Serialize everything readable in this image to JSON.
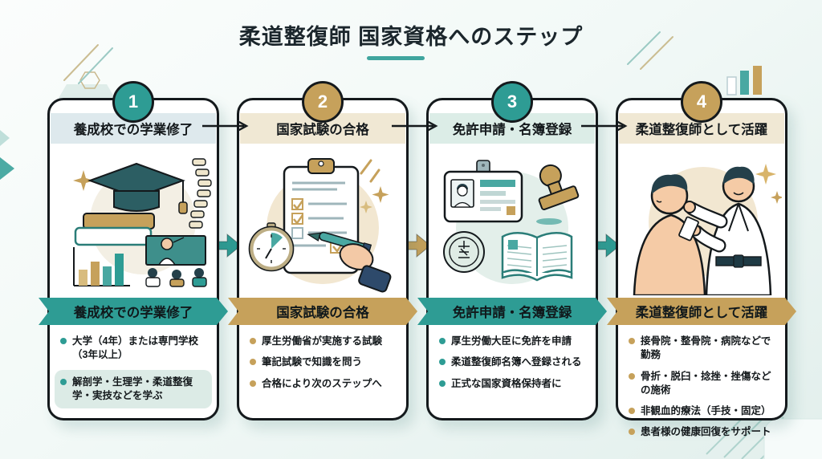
{
  "title": {
    "text": "柔道整復師 国家資格へのステップ"
  },
  "steps": [
    {
      "number": "1",
      "accent": "teal",
      "header": "養成校での学業修了",
      "banner": "養成校での学業修了",
      "illustration": "training-school-illustration",
      "bullets": [
        {
          "text": "大学（4年）または専門学校（3年以上）",
          "style": "plain"
        },
        {
          "text": "解剖学・生理学・柔道整復学・実技などを学ぶ",
          "style": "highlight"
        }
      ]
    },
    {
      "number": "2",
      "accent": "gold",
      "header": "国家試験の合格",
      "banner": "国家試験の合格",
      "illustration": "national-exam-illustration",
      "bullets": [
        {
          "text": "厚生労働省が実施する試験",
          "style": "plain"
        },
        {
          "text": "筆記試験で知識を問う",
          "style": "plain"
        },
        {
          "text": "合格により次のステップへ",
          "style": "plain"
        }
      ]
    },
    {
      "number": "3",
      "accent": "teal",
      "header": "免許申請・名簿登録",
      "banner": "免許申請・名簿登録",
      "illustration": "license-registration-illustration",
      "bullets": [
        {
          "text": "厚生労働大臣に免許を申請",
          "style": "plain"
        },
        {
          "text": "柔道整復師名簿へ登録される",
          "style": "plain"
        },
        {
          "text": "正式な国家資格保持者に",
          "style": "plain"
        }
      ]
    },
    {
      "number": "4",
      "accent": "gold",
      "header": "柔道整復師として活躍",
      "banner": "柔道整復師として活躍",
      "illustration": "judo-therapist-at-work-illustration",
      "bullets": [
        {
          "text": "接骨院・整骨院・病院などで勤務",
          "style": "plain"
        },
        {
          "text": "骨折・脱臼・捻挫・挫傷などの施術",
          "style": "plain"
        },
        {
          "text": "非観血的療法（手技・固定）",
          "style": "plain"
        },
        {
          "text": "患者様の健康回復をサポート",
          "style": "plain"
        }
      ]
    }
  ],
  "colors": {
    "teal": "#2E9C94",
    "gold": "#C6A15B",
    "ink": "#14191C",
    "band_blue": "#DEE9ED",
    "band_cream": "#F0E8D4",
    "band_mint": "#DCEDE7",
    "highlight_bg": "#DCEBE6",
    "title_underline": "#3FA59E"
  }
}
